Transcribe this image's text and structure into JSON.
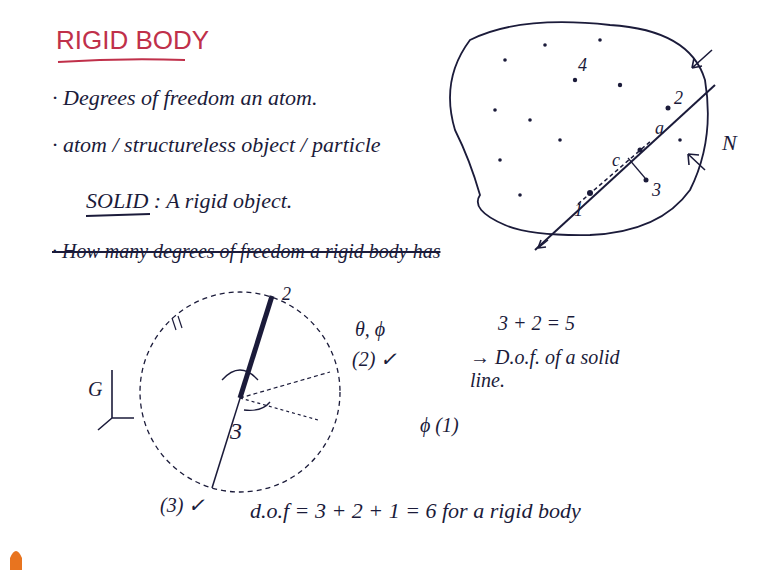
{
  "diagram": {
    "title": "RIGID BODY",
    "labels": [
      "· Degrees of freedom an atom.",
      "· atom / structureless object / particle",
      "SOLID : A rigid object.",
      "· How many degrees of freedom a rigid body has",
      "4",
      "2",
      "a",
      "c",
      "1",
      "3",
      "N",
      "G",
      "2",
      "3",
      "(3) ✓",
      "θ, ϕ",
      "(2) ✓",
      "3 + 2 = 5",
      "→ D.o.f. of a solid line.",
      "ϕ (1)",
      "d.o.f = 3 + 2 + 1 = 6 for a rigid body"
    ]
  }
}
